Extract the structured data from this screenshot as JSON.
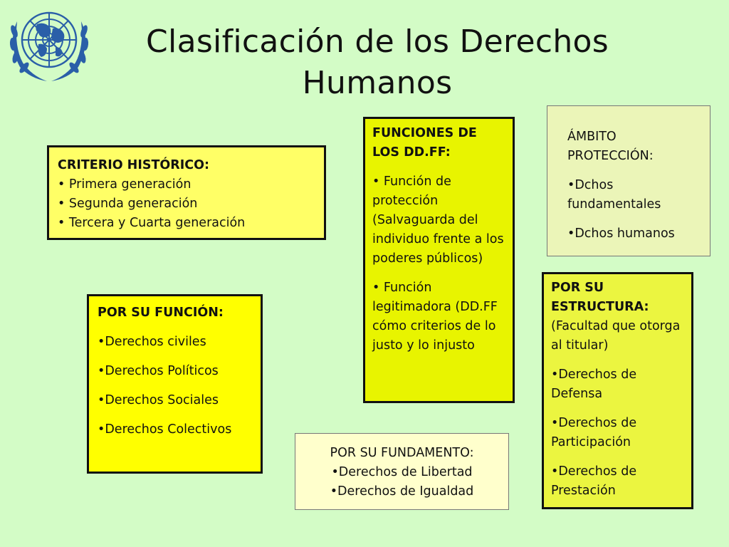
{
  "title": "Clasificación de los Derechos Humanos",
  "logo": {
    "icon": "un-emblem-icon",
    "color": "#2a5fa8"
  },
  "colors": {
    "background": "#d3fcc6",
    "bright_yellow": "#ffff00",
    "light_yellow": "#ffff66",
    "pale_yellow": "#ffffcc",
    "lime": "#e8f400"
  },
  "historico": {
    "heading": "CRITERIO HISTÓRICO:",
    "items": [
      "• Primera generación",
      "• Segunda generación",
      "• Tercera y Cuarta generación"
    ]
  },
  "funcion": {
    "heading": "POR SU FUNCIÓN:",
    "items": [
      "•Derechos civiles",
      "•Derechos Políticos",
      "•Derechos Sociales",
      "•Derechos Colectivos"
    ]
  },
  "ddff": {
    "heading": "FUNCIONES DE LOS DD.FF:",
    "items": [
      "• Función de protección (Salvaguarda del individuo frente a los poderes públicos)",
      "• Función legitimadora (DD.FF cómo criterios de lo justo y lo injusto"
    ]
  },
  "ambito": {
    "heading": "ÁMBITO PROTECCIÓN:",
    "items": [
      "•Dchos fundamentales",
      "•Dchos humanos"
    ]
  },
  "estructura": {
    "heading": "POR SU ESTRUCTURA:",
    "subheading": "(Facultad que otorga al titular)",
    "items": [
      "•Derechos de Defensa",
      "•Derechos de Participación",
      "•Derechos de Prestación"
    ]
  },
  "fundamento": {
    "heading": "POR SU FUNDAMENTO:",
    "items": [
      "•Derechos de Libertad",
      "•Derechos de Igualdad"
    ]
  }
}
